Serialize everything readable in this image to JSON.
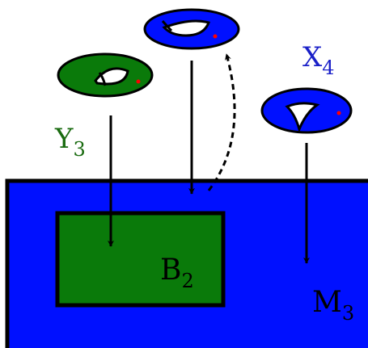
{
  "labels": {
    "y": {
      "main": "Y",
      "sub": "3",
      "color": "#1a6b10"
    },
    "x": {
      "main": "X",
      "sub": "4",
      "color": "#1a20c8"
    },
    "b": {
      "main": "B",
      "sub": "2",
      "color": "#000000"
    },
    "m": {
      "main": "M",
      "sub": "3",
      "color": "#000000"
    }
  },
  "colors": {
    "blue": "#0010ff",
    "green": "#0a7a0a",
    "outline": "#000000",
    "marker": "#ff0000",
    "hole": "#ffffff"
  },
  "icons": [
    "torus-green-icon",
    "torus-blue-top-icon",
    "torus-blue-pinched-icon"
  ]
}
